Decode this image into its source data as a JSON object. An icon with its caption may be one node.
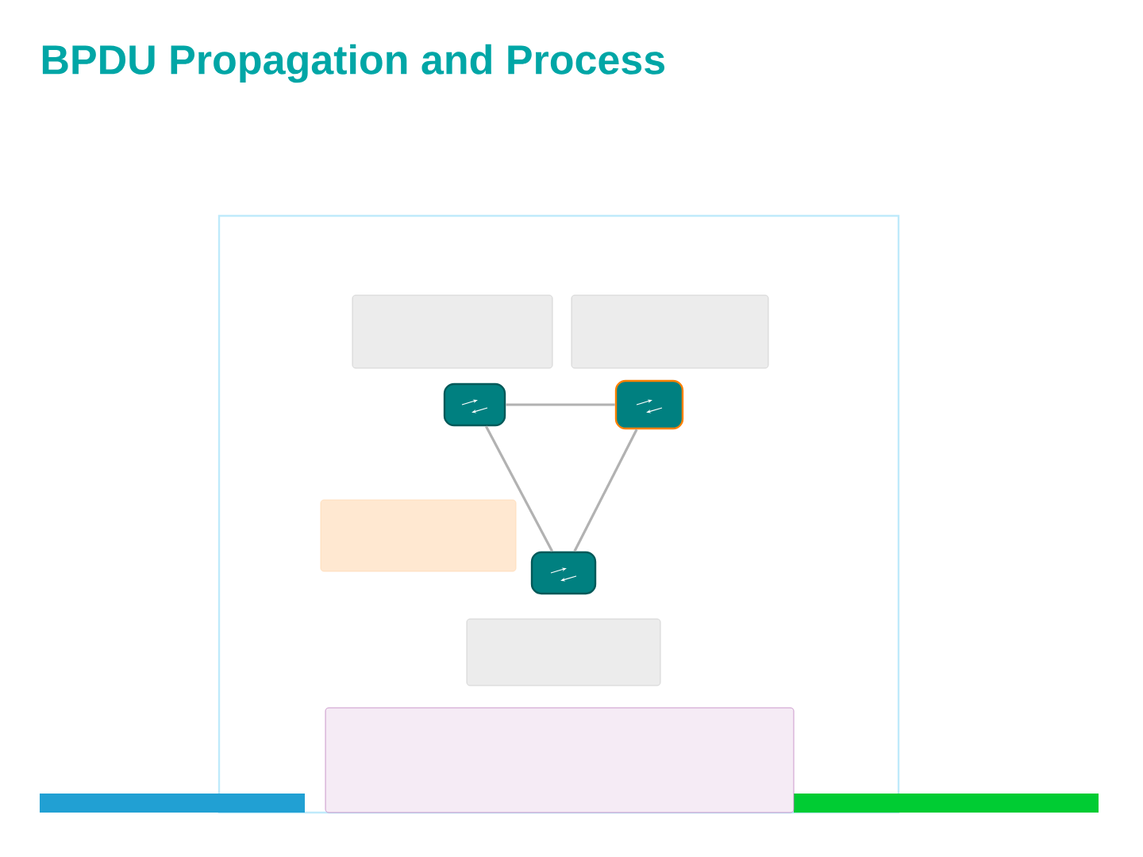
{
  "diagram": {
    "title": "BPDU Propagation and Process",
    "nodes": [
      {
        "text": [],
        "shape": "box"
      },
      {
        "text": [],
        "shape": "box"
      },
      {
        "text": [],
        "shape": "switch"
      },
      {
        "text": [],
        "shape": "switch"
      },
      {
        "text": [],
        "shape": "box"
      },
      {
        "text": [],
        "shape": "switch"
      },
      {
        "text": [],
        "shape": "box"
      },
      {
        "text": [],
        "shape": "box"
      }
    ],
    "edges": [
      {
        "from": 2,
        "to": 3,
        "arrow": "none"
      },
      {
        "from": 2,
        "to": 5,
        "arrow": "none"
      },
      {
        "from": 3,
        "to": 5,
        "arrow": "none"
      }
    ]
  }
}
